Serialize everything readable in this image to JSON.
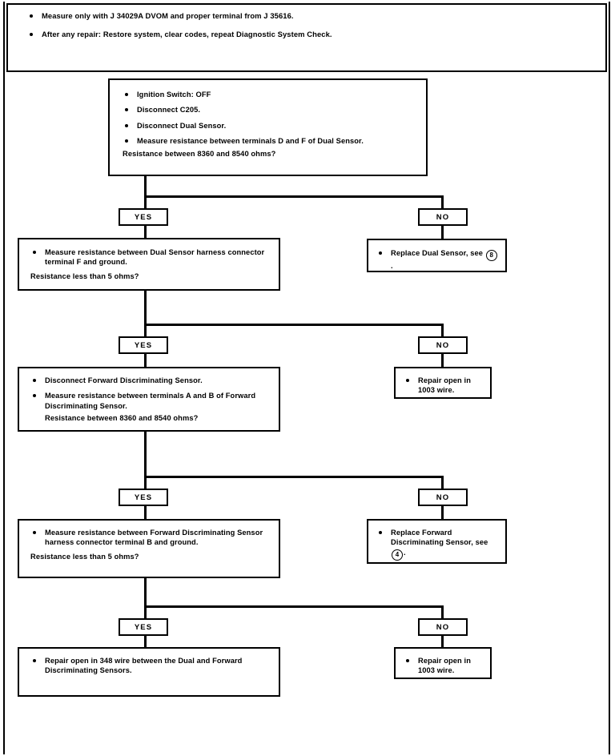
{
  "page": {
    "notes": [
      "Measure only with J 34029A DVOM and proper terminal from J 35616.",
      "After any repair: Restore system, clear codes, repeat Diagnostic System Check."
    ]
  },
  "labels": {
    "yes": "YES",
    "no": "NO"
  },
  "steps": {
    "q1": {
      "bullets": [
        "Ignition Switch: OFF",
        "Disconnect C205.",
        "Disconnect Dual Sensor.",
        "Measure resistance between terminals D and F of Dual Sensor."
      ],
      "question": "Resistance between  8360 and 8540 ohms?"
    },
    "q2": {
      "bullets": [
        "Measure resistance between Dual Sensor harness connector terminal F and ground."
      ],
      "question": "Resistance less than 5 ohms?"
    },
    "q3": {
      "bullets": [
        "Disconnect Forward Discriminating Sensor.",
        "Measure resistance between terminals A and B of Forward Discriminating Sensor."
      ],
      "question": "Resistance between 8360 and 8540 ohms?"
    },
    "q4": {
      "bullets": [
        "Measure resistance between Forward Discriminating Sensor harness connector terminal B and ground."
      ],
      "question": "Resistance less than 5 ohms?"
    }
  },
  "actions": {
    "a1": {
      "text_before": "Replace Dual Sensor, see",
      "ref": "8",
      "text_after": "."
    },
    "a2": {
      "text": "Repair open in 1003 wire."
    },
    "a3": {
      "text_before": "Replace Forward Discriminating Sensor, see",
      "ref": "4",
      "text_after": "."
    },
    "a4": {
      "text": "Repair open in 1003 wire."
    },
    "a5": {
      "text": "Repair open in 348 wire between the Dual and Forward Discriminating Sensors."
    }
  }
}
